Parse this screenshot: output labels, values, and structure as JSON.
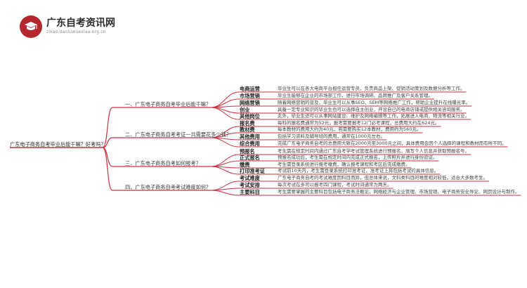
{
  "site": {
    "name": "广东自考资讯网",
    "domain": "zikao.danluwuexlaa.org.cn"
  },
  "colors": {
    "brand": "#b3272d",
    "line": "#c9303e"
  },
  "root": "广东电子商务自考毕业后能干嘛？好考吗？",
  "branches": [
    {
      "label": "一、广东电子商务自考毕业后能干嘛？",
      "items": [
        {
          "label": "电商运营",
          "desc": "毕业生可以在各大电商平台担任运营专员，负责商品上架、促销活动策划及数据分析等工作。"
        },
        {
          "label": "市场营销",
          "desc": "毕业生能够在企业的市场部工作，进行市场调研、品牌推广及客户关系管理。"
        },
        {
          "label": "网络营销",
          "desc": "随着网络营销的普及，毕业生可以从事SEO、SEM等网络推广工作，帮助企业提升在线曝光率。"
        },
        {
          "label": "创业",
          "desc": "具备一定专业知识的毕业生也可以选择自主创业，开设自己的电商店铺或提供相关咨询服务。"
        },
        {
          "label": "其他岗位",
          "desc": "此外，毕业生还可以从事网站建设、维护及网络编辑等工作，拓展进入电商、物流等相关行业。"
        }
      ]
    },
    {
      "label": "二、广东电子商务自考考证一共需要花多少钱？",
      "items": [
        {
          "label": "报名费",
          "desc": "每科的报名费通常为52元，报考需要报考12门必考课程，总费用大约在624元。"
        },
        {
          "label": "教材费",
          "desc": "每本教材的费用大约为40元，若需要购买12本教材，费用约为560元。"
        },
        {
          "label": "其他费用",
          "desc": "包括学习资料及辅导班的费用，通常在1000元左右。"
        },
        {
          "label": "综合费用",
          "desc": "完成广东电子商务自考的总费用大致在2000元至3000元之间，具体费用会因个人选择的课程和教材而有所不同。"
        }
      ]
    },
    {
      "label": "三、广东电子商务自考如何报考？",
      "items": [
        {
          "label": "预报名",
          "desc": "考生需在规定时间内通过广东自考学考试管理系统进行预报名，填写个人信息并获取预报名号。"
        },
        {
          "label": "正式报名",
          "desc": "预报名成功后，考生需在规定时间内完成正式报名，上传照片并进行身份验证。"
        },
        {
          "label": "缴费",
          "desc": "考生需登录系统进行报考缴费，确认报考课程和考区后完成缴费。"
        },
        {
          "label": "打印准考证",
          "desc": "考试前10天内，考生需登录系统打印准考证，准考证上将包括考试的具体信息。"
        }
      ]
    },
    {
      "label": "四、广东电子商务自考考试难度如何？",
      "items": [
        {
          "label": "考试难度",
          "desc": "广东电子商务自考的考试难度因科目而异，但总体来说，文科类科目的难度相对较低，适合大多数考生。"
        },
        {
          "label": "考试安排",
          "desc": "每次考试在多可以报考四门课程，考试时间通常为两天。"
        },
        {
          "label": "主要科目",
          "desc": "考生需要掌握的主要科目包括电子商务法概论、网络经济与企业管理、市场营销、电子商务安全导论、网页设计与制作。"
        }
      ]
    }
  ]
}
